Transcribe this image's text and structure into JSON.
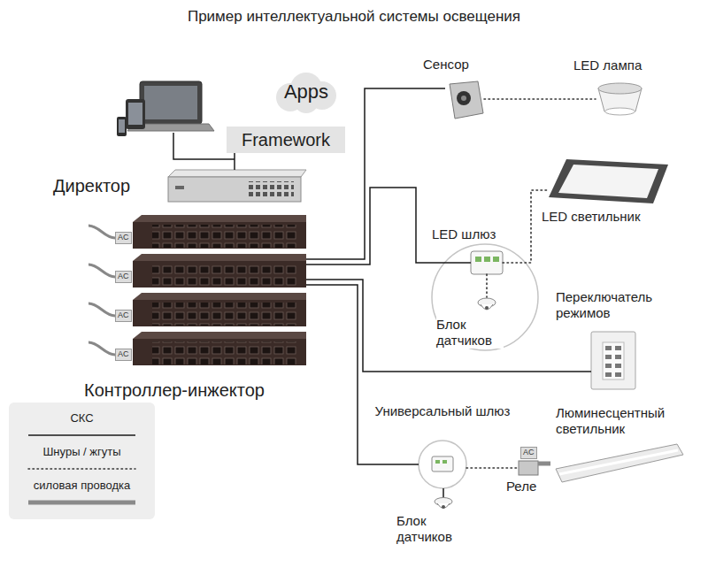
{
  "diagram": {
    "title": "Пример интеллектуальной системы освещения",
    "nodes": [
      {
        "text": [
          "Apps"
        ]
      },
      {
        "text": [
          "Framework"
        ]
      },
      {
        "text": [
          "Директор"
        ]
      },
      {
        "text": [
          "Контроллер-инжектор"
        ]
      },
      {
        "text": [
          "Сенсор"
        ]
      },
      {
        "text": [
          "LED лампа"
        ]
      },
      {
        "text": [
          "LED светильник"
        ]
      },
      {
        "text": [
          "LED шлюз"
        ]
      },
      {
        "text": [
          "Блок датчиков"
        ]
      },
      {
        "text": [
          "Переключатель режимов"
        ]
      },
      {
        "text": [
          "Универсальный шлюз"
        ]
      },
      {
        "text": [
          "Люминесцентный светильник"
        ]
      },
      {
        "text": [
          "Реле"
        ]
      },
      {
        "text": [
          "Блок датчиков"
        ]
      }
    ],
    "edges": [
      {
        "from": 1,
        "to": 2,
        "arrow": "none"
      },
      {
        "from": 3,
        "to": 4,
        "arrow": "none"
      },
      {
        "from": 4,
        "to": 5,
        "arrow": "none"
      },
      {
        "from": 3,
        "to": 7,
        "arrow": "none"
      },
      {
        "from": 7,
        "to": 6,
        "arrow": "none"
      },
      {
        "from": 7,
        "to": 8,
        "arrow": "none"
      },
      {
        "from": 3,
        "to": 9,
        "arrow": "none"
      },
      {
        "from": 3,
        "to": 10,
        "arrow": "none"
      },
      {
        "from": 10,
        "to": 12,
        "arrow": "none"
      },
      {
        "from": 12,
        "to": 11,
        "arrow": "none"
      },
      {
        "from": 10,
        "to": 13,
        "arrow": "none"
      }
    ],
    "labels": [
      "AC",
      "AC",
      "AC",
      "AC",
      "AC"
    ],
    "legend": [
      {
        "text": "СКС"
      },
      {
        "text": "Шнуры / жгуты"
      },
      {
        "text": "силовая проводка"
      }
    ]
  }
}
